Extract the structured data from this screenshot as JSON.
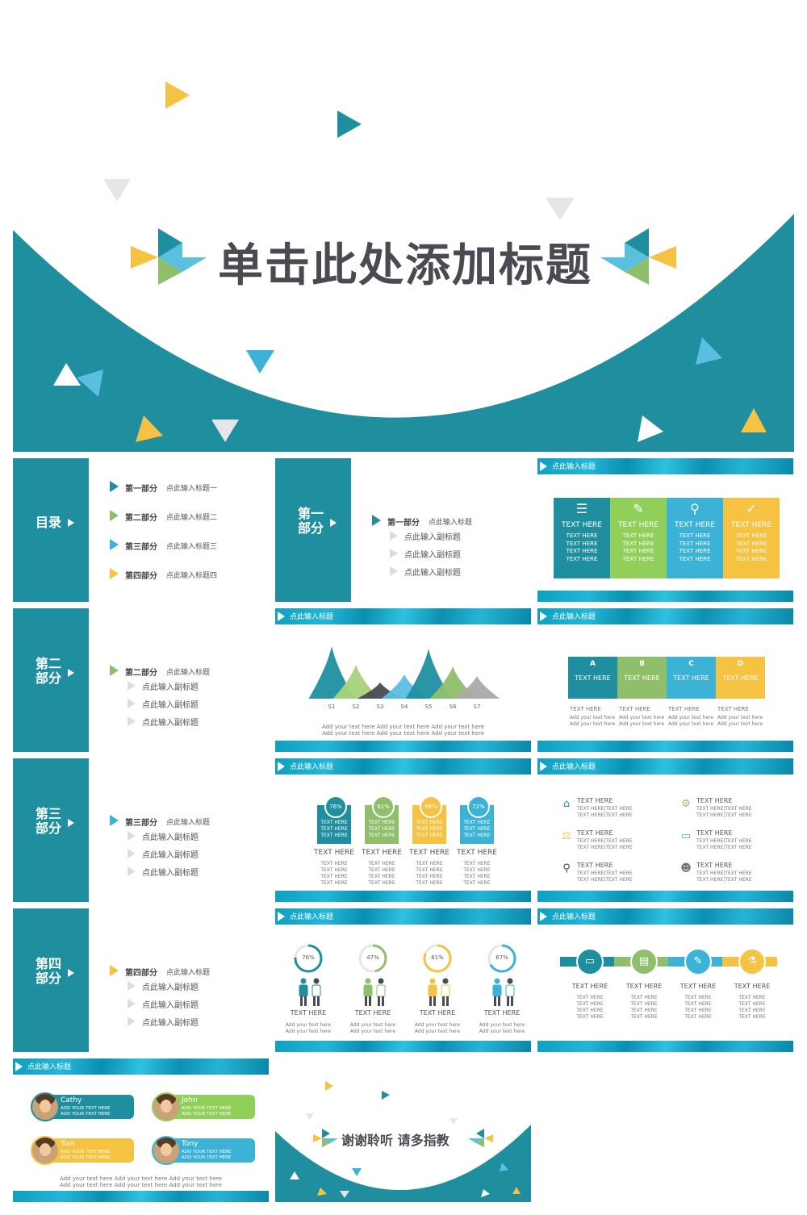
{
  "cover": {
    "title": "单击此处添加标题"
  },
  "toc": {
    "label": "目录",
    "items": [
      {
        "part": "第一部分",
        "text": "点此输入标题一",
        "color": "#1f8fa0"
      },
      {
        "part": "第二部分",
        "text": "点此输入标题二",
        "color": "#8fbf6a"
      },
      {
        "part": "第三部分",
        "text": "点此输入标题三",
        "color": "#3cb2d6"
      },
      {
        "part": "第四部分",
        "text": "点此输入标题四",
        "color": "#f5c242"
      }
    ]
  },
  "sections": [
    {
      "label_1": "第一",
      "label_2": "部分",
      "part": "第一部分",
      "title": "点此输入标题",
      "subs": [
        "点此输入副标题",
        "点此输入副标题",
        "点此输入副标题"
      ],
      "color": "#1f8fa0"
    },
    {
      "label_1": "第二",
      "label_2": "部分",
      "part": "第二部分",
      "title": "点此输入标题",
      "subs": [
        "点此输入副标题",
        "点此输入副标题",
        "点此输入副标题"
      ],
      "color": "#8fbf6a"
    },
    {
      "label_1": "第三",
      "label_2": "部分",
      "part": "第三部分",
      "title": "点此输入标题",
      "subs": [
        "点此输入副标题",
        "点此输入副标题",
        "点此输入副标题"
      ],
      "color": "#3cb2d6"
    },
    {
      "label_1": "第四",
      "label_2": "部分",
      "part": "第四部分",
      "title": "点此输入标题",
      "subs": [
        "点此输入副标题",
        "点此输入副标题",
        "点此输入副标题"
      ],
      "color": "#f5c242"
    }
  ],
  "band_title": "点此输入标题",
  "cards": {
    "items": [
      {
        "icon": "list-icon",
        "head": "TEXT  HERE",
        "lines": [
          "TEXT HERE",
          "TEXT HERE",
          "TEXT HERE",
          "TEXT HERE"
        ],
        "color": "#1f8fa0"
      },
      {
        "icon": "pencil-icon",
        "head": "TEXT  HERE",
        "lines": [
          "TEXT HERE",
          "TEXT HERE",
          "TEXT HERE",
          "TEXT HERE"
        ],
        "color": "#8fcf5a"
      },
      {
        "icon": "search-icon",
        "head": "TEXT  HERE",
        "lines": [
          "TEXT HERE",
          "TEXT HERE",
          "TEXT HERE",
          "TEXT HERE"
        ],
        "color": "#3cb2d6"
      },
      {
        "icon": "check-icon",
        "head": "TEXT  HERE",
        "lines": [
          "TEXT HERE",
          "TEXT HERE",
          "TEXT HERE",
          "TEXT HERE"
        ],
        "color": "#f5c242"
      }
    ]
  },
  "chart_data": {
    "type": "area",
    "categories": [
      "S1",
      "S2",
      "S3",
      "S4",
      "S5",
      "S6",
      "S7"
    ],
    "values": [
      65,
      42,
      20,
      30,
      62,
      40,
      28
    ],
    "colors": [
      "#1f8fa0",
      "#a6d27a",
      "#4a4a52",
      "#5bbfe0",
      "#1f8fa0",
      "#8fbf6a",
      "#a9a9a9"
    ],
    "caption_1": "Add your text here Add your text here Add your text here",
    "caption_2": "Add your text here Add your text here Add your text here"
  },
  "abcd": {
    "items": [
      {
        "letter": "A",
        "text": "TEXT HERE",
        "color": "#1f8fa0"
      },
      {
        "letter": "B",
        "text": "TEXT HERE",
        "color": "#8fbf6a"
      },
      {
        "letter": "C",
        "text": "TEXT HERE",
        "color": "#3cb2d6"
      },
      {
        "letter": "D",
        "text": "TEXT HERE",
        "color": "#f5c242"
      }
    ],
    "below": [
      {
        "head": "TEXT HERE",
        "l1": "Add your text here",
        "l2": "Add your text here"
      },
      {
        "head": "TEXT HERE",
        "l1": "Add your text here",
        "l2": "Add your text here"
      },
      {
        "head": "TEXT HERE",
        "l1": "Add your text here",
        "l2": "Add your text here"
      },
      {
        "head": "TEXT HERE",
        "l1": "Add your text here",
        "l2": "Add your text here"
      }
    ]
  },
  "percent_boxes": [
    {
      "pct": "76%",
      "pct_value": 76,
      "lines": [
        "TEXT HERE",
        "TEXT HERE",
        "TEXT HERE"
      ],
      "head": "TEXT HERE",
      "small": [
        "TEXT HERE",
        "TEXT HERE",
        "TEXT HERE",
        "TEXT HERE"
      ],
      "color": "#1f8fa0"
    },
    {
      "pct": "61%",
      "pct_value": 61,
      "lines": [
        "TEXT HERE",
        "TEXT HERE",
        "TEXT HERE"
      ],
      "head": "TEXT HERE",
      "small": [
        "TEXT HERE",
        "TEXT HERE",
        "TEXT HERE",
        "TEXT HERE"
      ],
      "color": "#8fbf6a"
    },
    {
      "pct": "68%",
      "pct_value": 68,
      "lines": [
        "TEXT HERE",
        "TEXT HERE",
        "TEXT HERE"
      ],
      "head": "TEXT HERE",
      "small": [
        "TEXT HERE",
        "TEXT HERE",
        "TEXT HERE",
        "TEXT HERE"
      ],
      "color": "#f5c242"
    },
    {
      "pct": "72%",
      "pct_value": 72,
      "lines": [
        "TEXT HERE",
        "TEXT HERE",
        "TEXT HERE"
      ],
      "head": "TEXT HERE",
      "small": [
        "TEXT HERE",
        "TEXT HERE",
        "TEXT HERE",
        "TEXT HERE"
      ],
      "color": "#3cb2d6"
    }
  ],
  "icon_list": [
    {
      "icon": "home-icon",
      "head": "TEXT  HERE",
      "l1": "TEXT HERE|TEXT HERE",
      "l2": "TEXT HERE|TEXT HERE",
      "color": "#1f8fa0"
    },
    {
      "icon": "gears-icon",
      "head": "TEXT  HERE",
      "l1": "TEXT HERE|TEXT HERE",
      "l2": "TEXT HERE|TEXT HERE",
      "color": "#8fbf6a"
    },
    {
      "icon": "scale-icon",
      "head": "TEXT  HERE",
      "l1": "TEXT HERE|TEXT HERE",
      "l2": "TEXT HERE|TEXT HERE",
      "color": "#f5c242"
    },
    {
      "icon": "book-icon",
      "head": "TEXT  HERE",
      "l1": "TEXT HERE|TEXT HERE",
      "l2": "TEXT HERE|TEXT HERE",
      "color": "#3cb2d6"
    },
    {
      "icon": "balloons-icon",
      "head": "TEXT  HERE",
      "l1": "TEXT HERE|TEXT HERE",
      "l2": "TEXT HERE|TEXT HERE",
      "color": "#444"
    },
    {
      "icon": "user-icon",
      "head": "TEXT  HERE",
      "l1": "TEXT HERE|TEXT HERE",
      "l2": "TEXT HERE|TEXT HERE",
      "color": "#777"
    }
  ],
  "people_stats": [
    {
      "pct": "76%",
      "pct_value": 76,
      "head": "TEXT   HERE",
      "l1": "Add your text here",
      "l2": "Add your text here",
      "color": "#1f8fa0"
    },
    {
      "pct": "47%",
      "pct_value": 47,
      "head": "TEXT   HERE",
      "l1": "Add your text here",
      "l2": "Add your text here",
      "color": "#8fbf6a"
    },
    {
      "pct": "81%",
      "pct_value": 81,
      "head": "TEXT   HERE",
      "l1": "Add your text here",
      "l2": "Add your text here",
      "color": "#f5c242"
    },
    {
      "pct": "67%",
      "pct_value": 67,
      "head": "TEXT   HERE",
      "l1": "Add your text here",
      "l2": "Add your text here",
      "color": "#3cb2d6"
    }
  ],
  "timeline": [
    {
      "icon": "laptop-icon",
      "head": "TEXT HERE",
      "lines": [
        "TEXT HERE",
        "TEXT HERE",
        "TEXT HERE",
        "TEXT HERE"
      ],
      "color": "#1f8fa0"
    },
    {
      "icon": "drive-icon",
      "head": "TEXT HERE",
      "lines": [
        "TEXT HERE",
        "TEXT HERE",
        "TEXT HERE",
        "TEXT HERE"
      ],
      "color": "#8fbf6a"
    },
    {
      "icon": "pen-icon",
      "head": "TEXT HERE",
      "lines": [
        "TEXT HERE",
        "TEXT HERE",
        "TEXT HERE",
        "TEXT HERE"
      ],
      "color": "#3cb2d6"
    },
    {
      "icon": "flask-icon",
      "head": "TEXT HERE",
      "lines": [
        "TEXT HERE",
        "TEXT HERE",
        "TEXT HERE",
        "TEXT HERE"
      ],
      "color": "#f5c242"
    }
  ],
  "team": {
    "members": [
      {
        "name": "Cathy",
        "l1": "ADD YOUR TEXT HERE",
        "l2": "ADD YOUR TEXT HERE",
        "color": "#1f8fa0"
      },
      {
        "name": "John",
        "l1": "ADD YOUR TEXT HERE",
        "l2": "ADD YOUR TEXT HERE",
        "color": "#8fcf5a"
      },
      {
        "name": "Tom",
        "l1": "ADD YOUR TEXT HERE",
        "l2": "ADD YOUR TEXT HERE",
        "color": "#f5c242"
      },
      {
        "name": "Tony",
        "l1": "ADD YOUR TEXT HERE",
        "l2": "ADD YOUR TEXT HERE",
        "color": "#3cb2d6"
      }
    ],
    "caption_1": "Add your text here Add your text here Add your text here",
    "caption_2": "Add your text here Add your text here Add your text here"
  },
  "thanks": {
    "title": "谢谢聆听 请多指教"
  }
}
